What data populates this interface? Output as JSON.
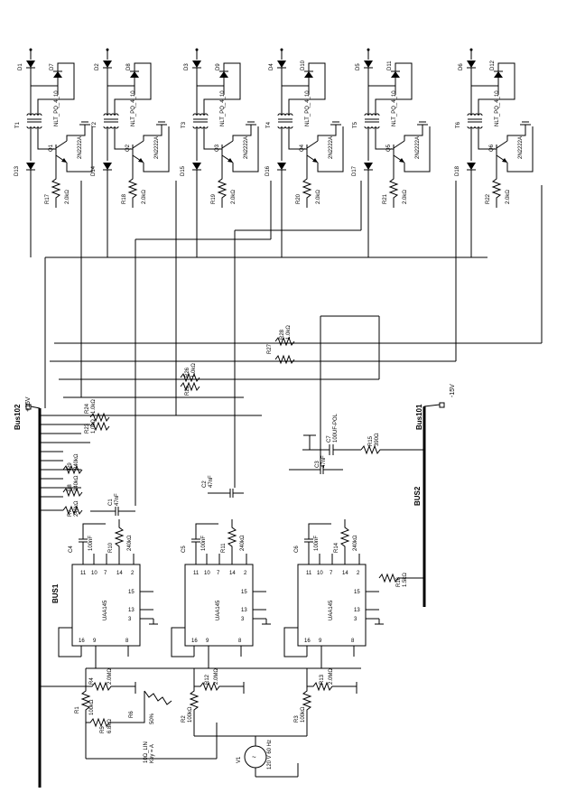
{
  "buses": {
    "bus1": "BUS1",
    "bus2": "BUS2",
    "bus102": "Bus102",
    "bus101": "Bus101",
    "plus15": "+15V",
    "minus15": "-15V"
  },
  "stages": [
    {
      "diode_top": "D1",
      "diode_fb": "D7",
      "transformer": "T1",
      "trans_model": "NLT_PQ_4_10",
      "diode_low": "D13",
      "transistor": "Q1",
      "trans_part": "2N2222A",
      "resistor": "R17",
      "res_val": "2.0kΩ"
    },
    {
      "diode_top": "D2",
      "diode_fb": "D8",
      "transformer": "T2",
      "trans_model": "NLT_PQ_4_10",
      "diode_low": "D14",
      "transistor": "Q2",
      "trans_part": "2N2222A",
      "resistor": "R18",
      "res_val": "2.0kΩ"
    },
    {
      "diode_top": "D3",
      "diode_fb": "D9",
      "transformer": "T3",
      "trans_model": "NLT_PQ_4_10",
      "diode_low": "D15",
      "transistor": "Q3",
      "trans_part": "2N2222A",
      "resistor": "R19",
      "res_val": "2.0kΩ"
    },
    {
      "diode_top": "D4",
      "diode_fb": "D10",
      "transformer": "T4",
      "trans_model": "NLT_PQ_4_10",
      "diode_low": "D16",
      "transistor": "Q4",
      "trans_part": "2N2222A",
      "resistor": "R20",
      "res_val": "2.0kΩ"
    },
    {
      "diode_top": "D5",
      "diode_fb": "D11",
      "transformer": "T5",
      "trans_model": "NLT_PQ_4_10",
      "diode_low": "D17",
      "transistor": "Q5",
      "trans_part": "2N2222A",
      "resistor": "R21",
      "res_val": "2.0kΩ"
    },
    {
      "diode_top": "D6",
      "diode_fb": "D12",
      "transformer": "T6",
      "trans_model": "NLT_PQ_4_10",
      "diode_low": "D18",
      "transistor": "Q6",
      "trans_part": "2N2222A",
      "resistor": "R22",
      "res_val": "2.0kΩ"
    }
  ],
  "ics": [
    {
      "name": "UAA145",
      "pins": {
        "p11": "11",
        "p10": "10",
        "p7": "7",
        "p14": "14",
        "p2": "2",
        "p15": "15",
        "p13": "13",
        "p3": "3",
        "p16": "16",
        "p9": "9",
        "p8": "8"
      }
    },
    {
      "name": "UAA145",
      "pins": {
        "p11": "11",
        "p10": "10",
        "p7": "7",
        "p14": "14",
        "p2": "2",
        "p15": "15",
        "p13": "13",
        "p3": "3",
        "p16": "16",
        "p9": "9",
        "p8": "8"
      }
    },
    {
      "name": "UAA145",
      "pins": {
        "p11": "11",
        "p10": "10",
        "p7": "7",
        "p14": "14",
        "p2": "2",
        "p15": "15",
        "p13": "13",
        "p3": "3",
        "p16": "16",
        "p9": "9",
        "p8": "8"
      }
    }
  ],
  "parts": {
    "r23": "R23",
    "r23v": "1.0kΩ",
    "r24": "R24",
    "r24v": "1.0kΩ",
    "r25": "R25",
    "r25v": "1.0kΩ",
    "r26": "R26",
    "r26v": "1.0kΩ",
    "r27": "R27",
    "r27v": "1.0kΩ",
    "r28": "R28",
    "r28v": "1.0kΩ",
    "r7": "R7",
    "r7v": "240kΩ",
    "r8": "R8",
    "r8v": "240kΩ",
    "r9": "R9",
    "r9v": "240kΩ",
    "c1": "C1",
    "c1v": "47nF",
    "c2": "C2",
    "c2v": "47nF",
    "c3": "C3",
    "c3v": "47nF",
    "c4": "C4",
    "c4v": "100nF",
    "c5": "C5",
    "c5v": "100nF",
    "c6": "C6",
    "c6v": "100nF",
    "r10": "R10",
    "r10v": "240kΩ",
    "r11": "R11",
    "r11v": "240kΩ",
    "r14": "R14",
    "r14v": "240kΩ",
    "c7": "C7",
    "c7v": "100UF-POL",
    "r15": "R15",
    "r15v": "390Ω",
    "r16": "R16",
    "r16v": "1.5kΩ",
    "r1": "R1",
    "r1v": "100kΩ",
    "r2": "R2",
    "r2v": "100kΩ",
    "r3": "R3",
    "r3v": "100kΩ",
    "r4": "R4",
    "r4v": "2.0MΩ",
    "r12": "R12",
    "r12v": "2.0MΩ",
    "r13": "R13",
    "r13v": "2.0MΩ",
    "r5": "R5",
    "r5v": "6.8kΩ",
    "r6": "R6",
    "r6pct": "50%",
    "pot": "10Ω_LIN",
    "key": "Key = A",
    "v1": "V1",
    "v1v": "120 V 60 Hz"
  }
}
